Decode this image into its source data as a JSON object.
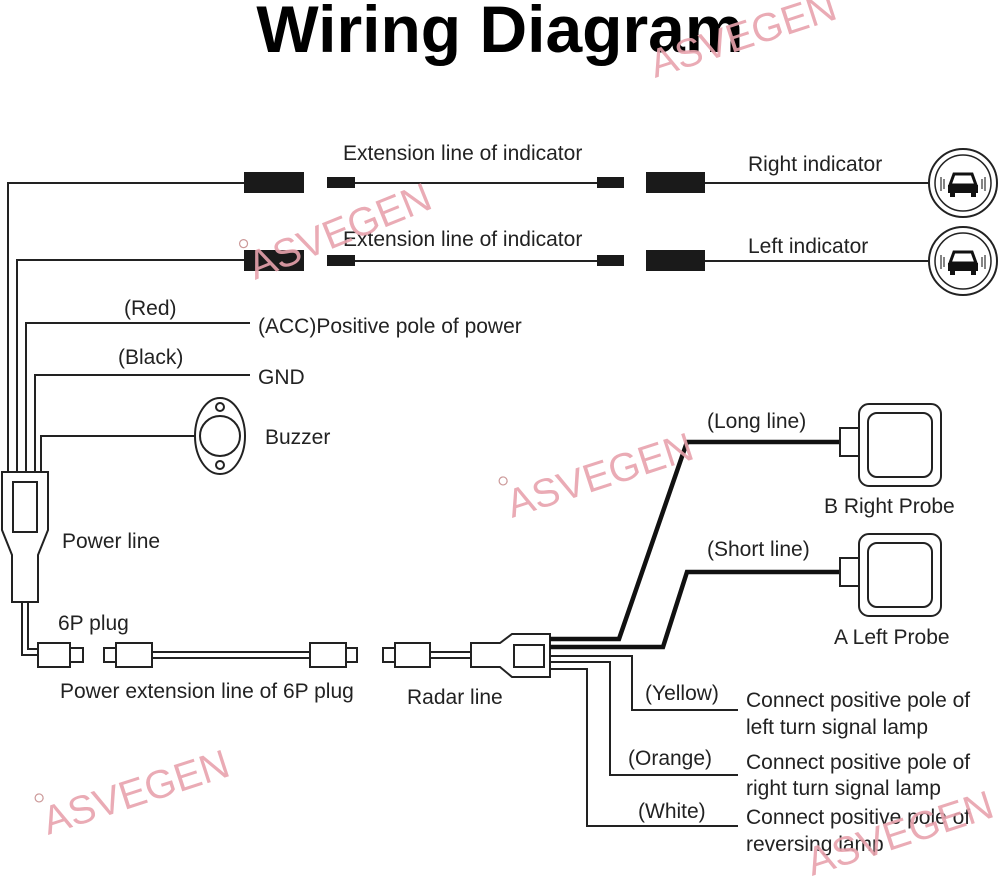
{
  "title": "Wiring Diagram",
  "watermark": "ASVEGEN",
  "indicators": {
    "right_extension_label": "Extension line of indicator",
    "left_extension_label": "Extension line of indicator",
    "right_indicator_label": "Right indicator",
    "left_indicator_label": "Left indicator"
  },
  "power": {
    "red_label": "(Red)",
    "acc_label": "(ACC)Positive pole of power",
    "black_label": "(Black)",
    "gnd_label": "GND",
    "buzzer_label": "Buzzer",
    "power_line_label": "Power line",
    "plug_label": "6P plug",
    "extension_label": "Power extension line of 6P plug",
    "radar_line_label": "Radar line"
  },
  "probes": {
    "long_line_label": "(Long line)",
    "short_line_label": "(Short line)",
    "right_probe_label": "B Right Probe",
    "left_probe_label": "A Left Probe"
  },
  "signals": [
    {
      "color_label": "(Yellow)",
      "line1": "Connect positive pole of",
      "line2": "left turn signal lamp"
    },
    {
      "color_label": "(Orange)",
      "line1": "Connect positive pole of",
      "line2": "right turn signal lamp"
    },
    {
      "color_label": "(White)",
      "line1": "Connect positive pole of",
      "line2": "reversing lamp"
    }
  ]
}
